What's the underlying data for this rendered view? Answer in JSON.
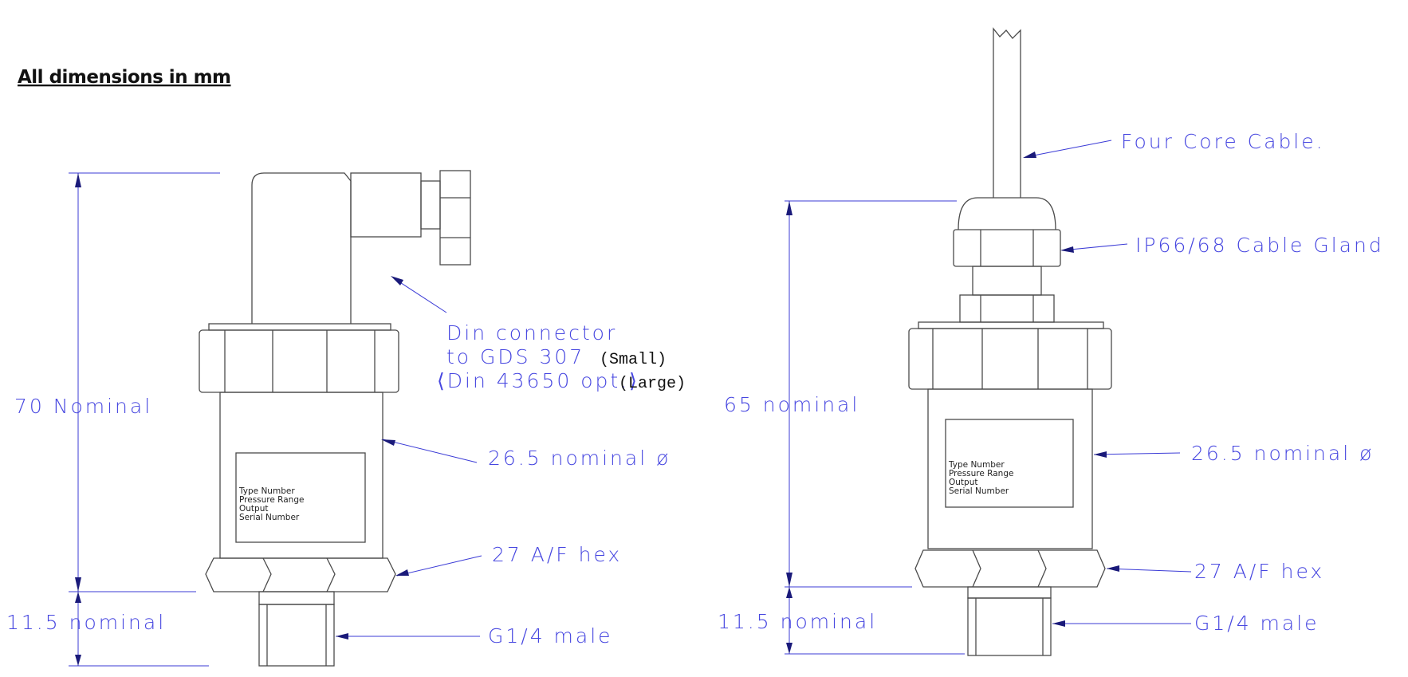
{
  "heading": "All dimensions in mm",
  "left": {
    "height_label": "70 Nominal",
    "thread_length_label": "11.5 nominal",
    "din_line1": "Din connector",
    "din_line2": "to GDS 307",
    "din_line2_suffix": "(Small)",
    "din_line3": "⟨Din 43650 opt.⟩",
    "din_line3_suffix": "(Large)",
    "diameter_label": "26.5 nominal ø",
    "hex_label": "27 A/F hex",
    "thread_label": "G1/4 male",
    "plate_lines": [
      "Type Number",
      "Pressure Range",
      "Output",
      "Serial Number"
    ]
  },
  "right": {
    "cable_label": "Four Core Cable.",
    "gland_label": "IP66/68 Cable Gland",
    "height_label": "65 nominal",
    "thread_length_label": "11.5 nominal",
    "diameter_label": "26.5 nominal ø",
    "hex_label": "27 A/F hex",
    "thread_label": "G1/4 male",
    "plate_lines": [
      "Type Number",
      "Pressure Range",
      "Output",
      "Serial Number"
    ]
  },
  "colors": {
    "dimension": "#4646e0",
    "arrowhead": "#1a1a7a",
    "outline": "#4a4a4a"
  }
}
